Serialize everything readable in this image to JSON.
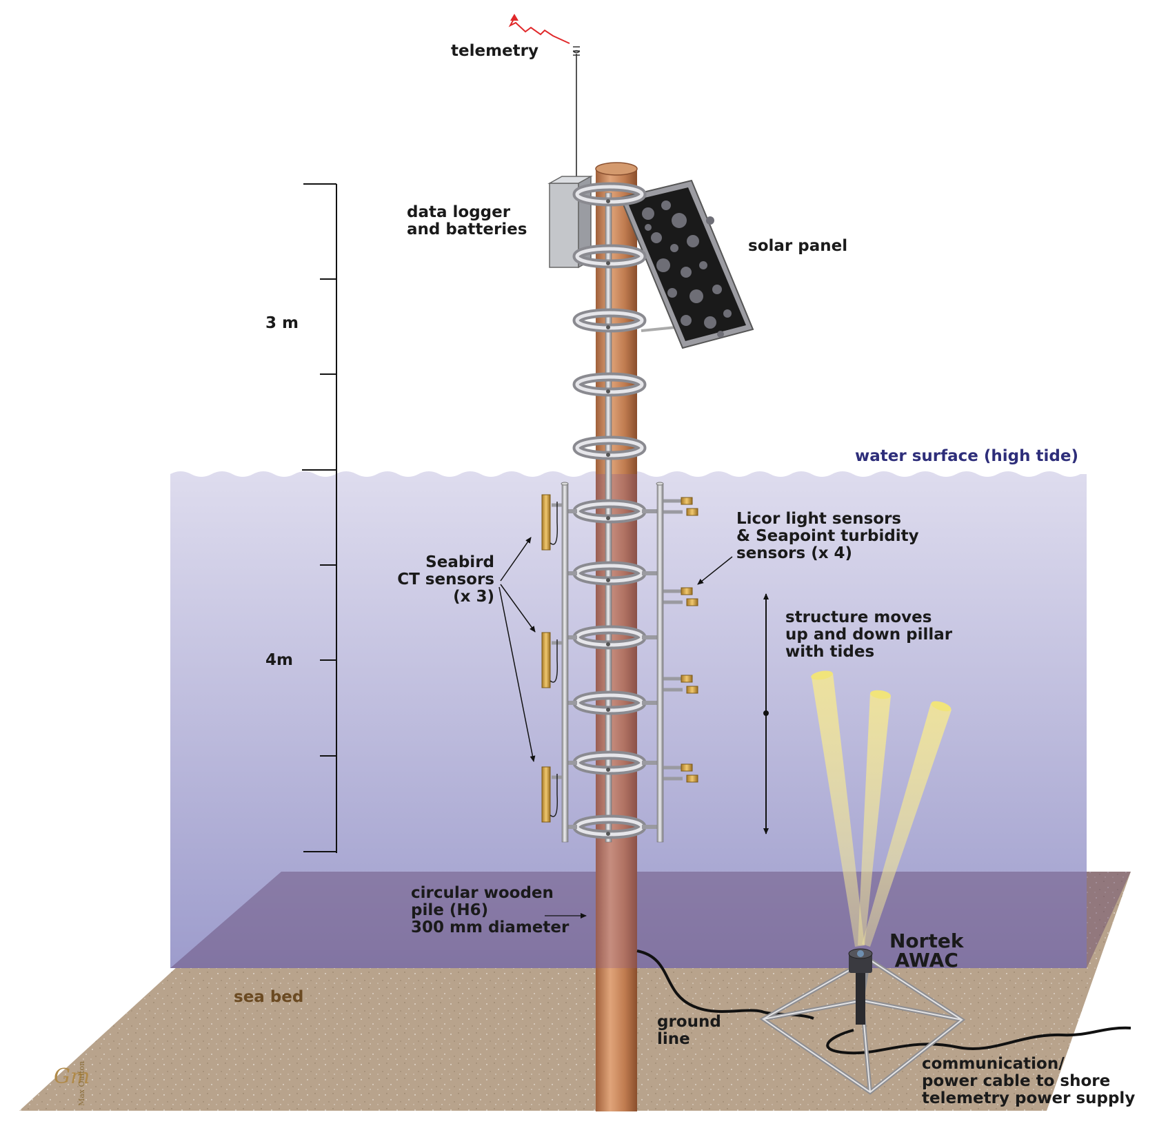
{
  "labels": {
    "telemetry": "telemetry",
    "data_logger": [
      "data logger",
      "and batteries"
    ],
    "solar_panel": "solar panel",
    "scale_upper": "3 m",
    "scale_lower": "4m",
    "water_surface": "water surface (high tide)",
    "licor": [
      "Licor light sensors",
      "& Seapoint turbidity",
      "sensors (x 4)"
    ],
    "seabird": [
      "Seabird",
      "CT sensors",
      "(x 3)"
    ],
    "structure_moves": [
      "structure moves",
      "up and down pillar",
      "with tides"
    ],
    "pile": [
      "circular wooden",
      "pile (H6)",
      "300 mm diameter"
    ],
    "nortek": [
      "Nortek",
      "AWAC"
    ],
    "sea_bed": "sea bed",
    "ground_line": [
      "ground",
      "line"
    ],
    "cable": [
      "communication/",
      "power cable to shore",
      "telemetry power supply"
    ],
    "signature": "Max Oulton"
  },
  "colors": {
    "water_top": "#dedcee",
    "water_bottom": "#9d9ccc",
    "seabed": "#b8a38c",
    "pile": "#c98a5e",
    "water_label": "#2e2e7a",
    "seabed_label": "#6b4a22",
    "telemetry_signal": "#e0282a",
    "beam": "#e8dc8c"
  }
}
